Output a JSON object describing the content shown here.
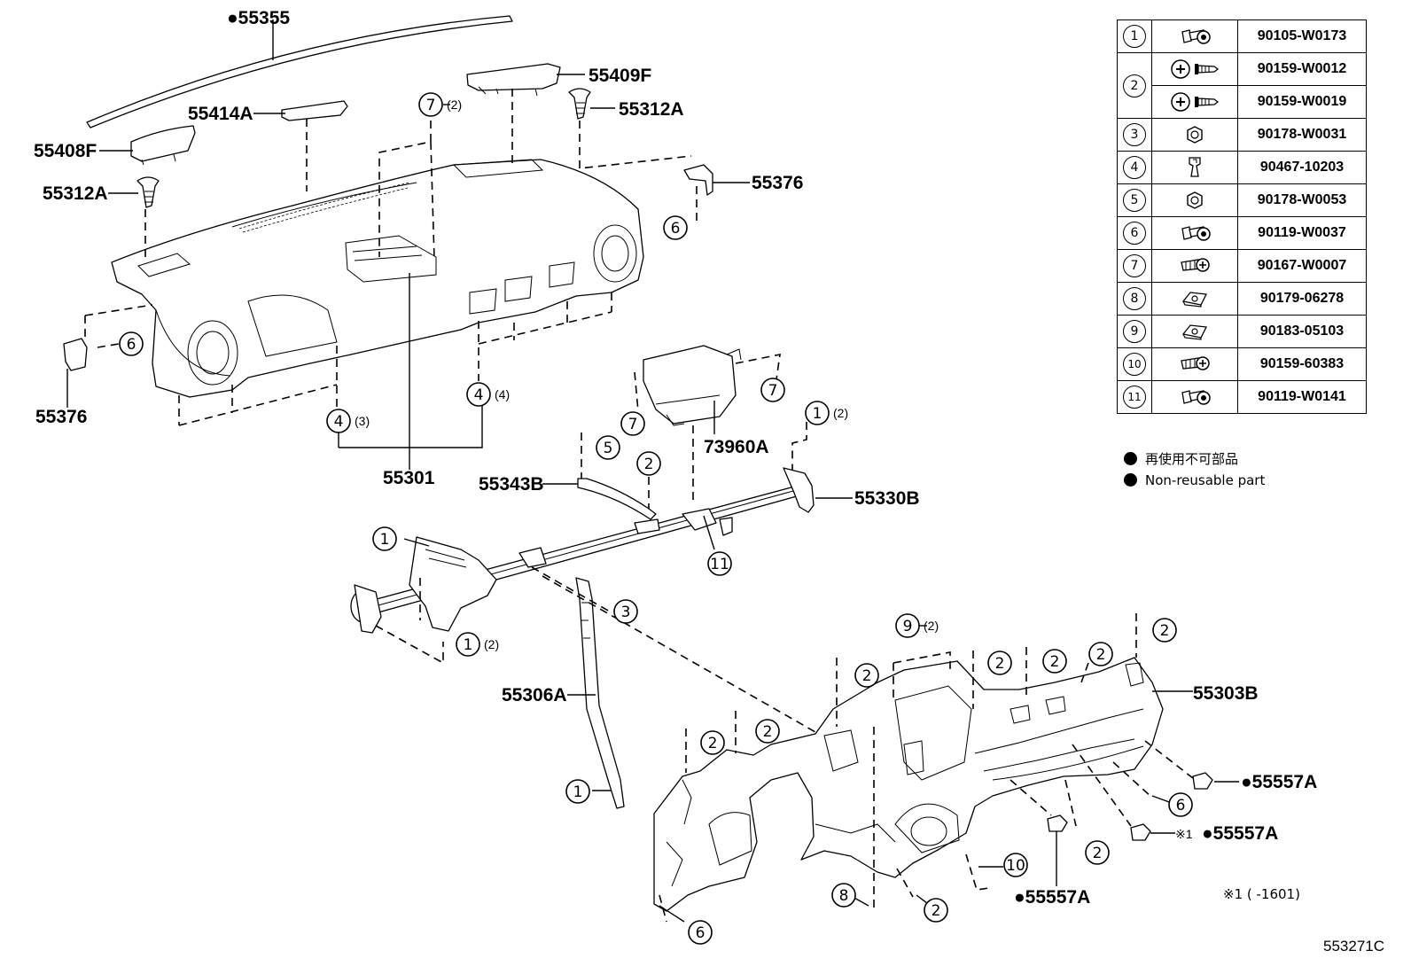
{
  "labels": {
    "strip": "●55355",
    "top_cover_right": "55409F",
    "top_cover_left": "55408F",
    "clip_left": "55312A",
    "clip_right": "55312A",
    "duct_center": "55414A",
    "bracket_right": "55376",
    "bracket_left": "55376",
    "panel": "55301",
    "airbag": "73960A",
    "brace": "55343B",
    "reinforcement": "55330B",
    "stay": "55306A",
    "lower_panel": "55303B",
    "clip_a": "●55557A",
    "clip_b": "●55557A",
    "clip_c": "●55557A",
    "clip_b_mark": "※1"
  },
  "callouts": [
    {
      "id": "c7a",
      "num": "7",
      "qty": "(2)"
    },
    {
      "id": "c6a",
      "num": "6",
      "qty": ""
    },
    {
      "id": "c6b",
      "num": "6",
      "qty": ""
    },
    {
      "id": "c4a",
      "num": "4",
      "qty": "(4)"
    },
    {
      "id": "c4b",
      "num": "4",
      "qty": "(3)"
    },
    {
      "id": "c7b",
      "num": "7",
      "qty": ""
    },
    {
      "id": "c7c",
      "num": "7",
      "qty": ""
    },
    {
      "id": "c1a",
      "num": "1",
      "qty": "(2)"
    },
    {
      "id": "c5a",
      "num": "5",
      "qty": ""
    },
    {
      "id": "c2a",
      "num": "2",
      "qty": ""
    },
    {
      "id": "c1b",
      "num": "1",
      "qty": ""
    },
    {
      "id": "c11a",
      "num": "11",
      "qty": ""
    },
    {
      "id": "c3a",
      "num": "3",
      "qty": ""
    },
    {
      "id": "c1c",
      "num": "1",
      "qty": "(2)"
    },
    {
      "id": "c9a",
      "num": "9",
      "qty": "(2)"
    },
    {
      "id": "c2b",
      "num": "2",
      "qty": ""
    },
    {
      "id": "c2c",
      "num": "2",
      "qty": ""
    },
    {
      "id": "c2d",
      "num": "2",
      "qty": ""
    },
    {
      "id": "c2e",
      "num": "2",
      "qty": ""
    },
    {
      "id": "c2f",
      "num": "2",
      "qty": ""
    },
    {
      "id": "c2g",
      "num": "2",
      "qty": ""
    },
    {
      "id": "c2h",
      "num": "2",
      "qty": ""
    },
    {
      "id": "c1d",
      "num": "1",
      "qty": ""
    },
    {
      "id": "c6c",
      "num": "6",
      "qty": ""
    },
    {
      "id": "c2i",
      "num": "2",
      "qty": ""
    },
    {
      "id": "c10a",
      "num": "10",
      "qty": ""
    },
    {
      "id": "c8a",
      "num": "8",
      "qty": ""
    },
    {
      "id": "c2j",
      "num": "2",
      "qty": ""
    },
    {
      "id": "c6d",
      "num": "6",
      "qty": ""
    }
  ],
  "parts_table": [
    {
      "no": "1",
      "icon": "flange-bolt-icon",
      "part": "90105-W0173"
    },
    {
      "no": "2",
      "icon": "screw-long-icon",
      "part": "90159-W0012"
    },
    {
      "no": "2",
      "icon": "screw-long-icon",
      "part": "90159-W0019"
    },
    {
      "no": "3",
      "icon": "nut-icon",
      "part": "90178-W0031"
    },
    {
      "no": "4",
      "icon": "clip-icon",
      "part": "90467-10203"
    },
    {
      "no": "5",
      "icon": "nut-icon",
      "part": "90178-W0053"
    },
    {
      "no": "6",
      "icon": "flange-bolt-icon",
      "part": "90119-W0037"
    },
    {
      "no": "7",
      "icon": "tapping-screw-icon",
      "part": "90167-W0007"
    },
    {
      "no": "8",
      "icon": "u-nut-icon",
      "part": "90179-06278"
    },
    {
      "no": "9",
      "icon": "u-nut-icon",
      "part": "90183-05103"
    },
    {
      "no": "10",
      "icon": "tapping-screw-icon",
      "part": "90159-60383"
    },
    {
      "no": "11",
      "icon": "flange-bolt-icon",
      "part": "90119-W0141"
    }
  ],
  "legend": {
    "jp": "再使用不可部品",
    "en": "Non-reusable part"
  },
  "footnote": "※1 (      -1601)",
  "figure_code": "553271C"
}
